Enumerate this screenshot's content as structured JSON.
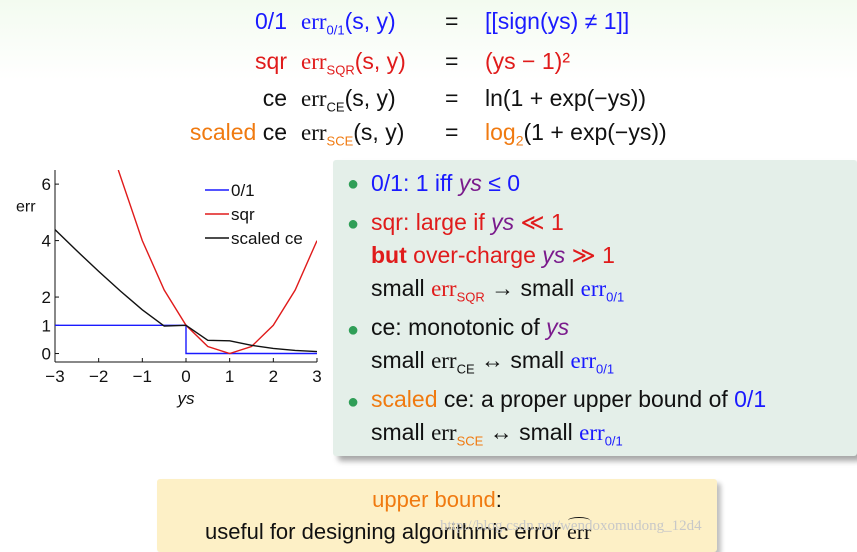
{
  "equations": [
    {
      "label": "0/1",
      "label_color": "#1a1aff",
      "fn": "err",
      "sub": "0/1",
      "sub_color": "#1a1aff",
      "fn_color": "#1a1aff",
      "args": "(s, y)",
      "eq": "=",
      "rhs": "[[sign(ys) ≠ 1]]",
      "rhs_color": "#1a1aff"
    },
    {
      "label": "sqr",
      "label_color": "#e01b1b",
      "fn": "err",
      "sub": "SQR",
      "sub_color": "#e01b1b",
      "fn_color": "#e01b1b",
      "args": "(s, y)",
      "eq": "=",
      "rhs": "(ys − 1)²",
      "rhs_color": "#e01b1b"
    },
    {
      "label": "ce",
      "label_color": "#111111",
      "fn": "err",
      "sub": "CE",
      "sub_color": "#111111",
      "fn_color": "#111111",
      "args": "(s, y)",
      "eq": "=",
      "rhs": "ln(1 + exp(−ys))",
      "rhs_color": "#111111"
    },
    {
      "label_prefix": "scaled",
      "label": " ce",
      "label_color": "#f07a10",
      "fn": "err",
      "sub": "SCE",
      "sub_color": "#f07a10",
      "fn_color": "#111111",
      "args": "(s, y)",
      "eq": "=",
      "rhs_prefix": "log",
      "rhs_sub": "2",
      "rhs": "(1 + exp(−ys))",
      "rhs_color": "#f07a10"
    }
  ],
  "chart_data": {
    "type": "line",
    "xlabel": "ys",
    "ylabel": "err",
    "xlim": [
      -3,
      3
    ],
    "ylim": [
      -0.3,
      6.5
    ],
    "xticks": [
      "−3",
      "−2",
      "−1",
      "0",
      "1",
      "2",
      "3"
    ],
    "yticks": [
      "0",
      "1",
      "2",
      "4",
      "6"
    ],
    "legend_position": "top-right",
    "series": [
      {
        "name": "0/1",
        "color": "#1a1aff",
        "x": [
          -3,
          0,
          0,
          3
        ],
        "y": [
          1,
          1,
          0,
          0
        ]
      },
      {
        "name": "sqr",
        "color": "#e01b1b",
        "x": [
          -1.55,
          -1,
          -0.5,
          0,
          0.5,
          1,
          1.5,
          2,
          2.5,
          3
        ],
        "y": [
          6.5,
          4,
          2.25,
          1,
          0.25,
          0,
          0.25,
          1,
          2.25,
          4
        ]
      },
      {
        "name": "scaled ce",
        "color": "#111111",
        "x": [
          -3,
          -2.5,
          -2,
          -1.5,
          -1,
          -0.5,
          0,
          0.5,
          1,
          1.5,
          2,
          2.5,
          3
        ],
        "y": [
          4.39,
          3.64,
          2.91,
          2.21,
          1.55,
          0.97,
          1,
          0.47,
          0.45,
          0.29,
          0.18,
          0.11,
          0.07
        ]
      }
    ]
  },
  "bullets": {
    "b1": {
      "text": "0/1: 1 iff ",
      "var": "ys",
      "tail": " ≤ 0"
    },
    "b2": {
      "line1_a": "sqr: large if ",
      "var": "ys",
      "line1_b": " ≪ 1",
      "line2_bold": "but",
      "line2_a": " over-charge ",
      "line2_b": " ≫ 1",
      "line3_a": "small ",
      "err": "err",
      "sub_sqr": "SQR",
      "arrow": " → small ",
      "sub_01": "0/1"
    },
    "b3": {
      "line1": "ce: monotonic of ",
      "var": "ys",
      "line2_a": "small ",
      "err": "err",
      "sub_ce": "CE",
      "arrow": " ↔ small ",
      "sub_01": "0/1"
    },
    "b4": {
      "scaled": "scaled",
      "line1": " ce: a proper upper bound of ",
      "zero_one": "0/1",
      "line2_a": "small ",
      "err": "err",
      "sub_sce": "SCE",
      "arrow": " ↔ small ",
      "sub_01": "0/1"
    }
  },
  "note": {
    "title": "upper bound",
    "colon": ":",
    "line2": "useful for designing algorithmic error ",
    "err_hat": "err"
  },
  "watermark": "http://blog.csdn.net/wendoxomudong_12d4"
}
